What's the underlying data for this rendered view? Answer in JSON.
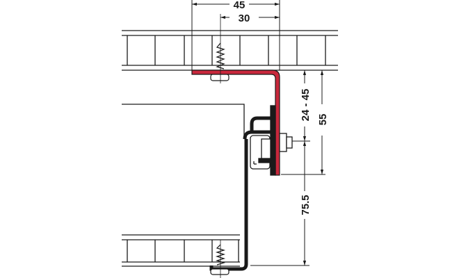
{
  "dimensions": {
    "top_outer": "45",
    "top_inner": "30",
    "right_adjust": "24 - 45",
    "right_total": "55",
    "right_lower": "75.5"
  },
  "colors": {
    "bracket": "#c8283c",
    "line": "#1a1a1a"
  }
}
